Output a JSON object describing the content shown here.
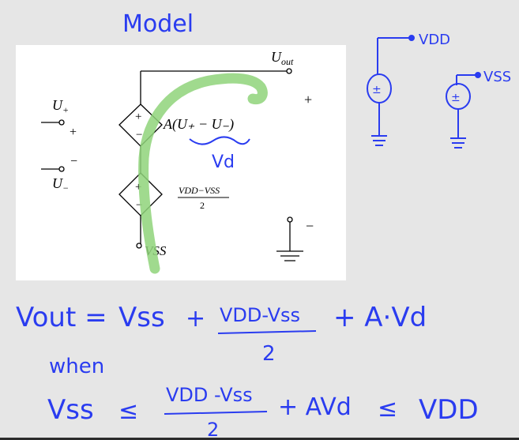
{
  "title": "Model",
  "figure": {
    "u_out": "U",
    "u_out_sub": "out",
    "plus_right": "+",
    "minus_right": "−",
    "u_plus": "U",
    "u_plus_sub": "+",
    "u_minus": "U",
    "u_minus_sub": "−",
    "in_plus": "+",
    "in_minus": "−",
    "src_expr": "A(U₊ − U₋)",
    "vd_note": "Vd",
    "offset_num": "VDD−VSS",
    "offset_den": "2",
    "vss": "VSS",
    "src_plus": "+",
    "src_minus": "−"
  },
  "supply": {
    "vdd_label": "VDD",
    "vss_label": "VSS",
    "src_symbol": "±"
  },
  "equations": {
    "line1_lhs": "Vout =",
    "line1_vss": "Vss",
    "line1_plus": "+",
    "frac_num": "VDD-Vss",
    "frac_den": "2",
    "line1_tail": "+ A·Vd",
    "when": "when",
    "line3_vss": "Vss",
    "line3_le1": "≤",
    "line3_frac_num": "VDD -Vss",
    "line3_frac_den": "2",
    "line3_mid": "+ AVd",
    "line3_le2": "≤",
    "line3_vdd": "VDD"
  },
  "colors": {
    "ink_blue": "#2a3cf0",
    "highlight_green": "#8fd47a",
    "figure_bg": "#ffffff",
    "page_bg": "#e6e6e6"
  }
}
